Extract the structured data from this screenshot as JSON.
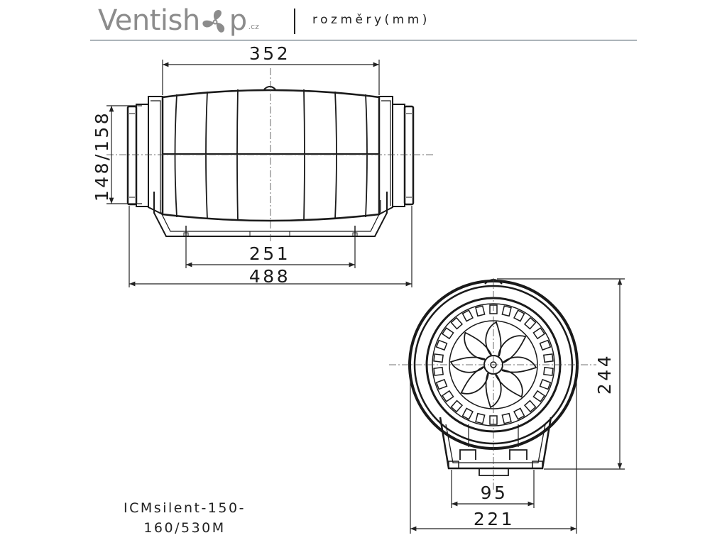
{
  "header": {
    "brand_part1": "Ventish",
    "brand_part2": "p",
    "brand_tld": ".cz",
    "title": "rozměry(mm)"
  },
  "logo": {
    "icon": "fan-icon"
  },
  "dimensions": {
    "top_width": "352",
    "height": "148/158",
    "inner_width": "251",
    "total_length": "488",
    "front_height": "244",
    "front_base": "95",
    "front_width": "221"
  },
  "model": {
    "line1": "ICMsilent-150-",
    "line2": "160/530M"
  }
}
